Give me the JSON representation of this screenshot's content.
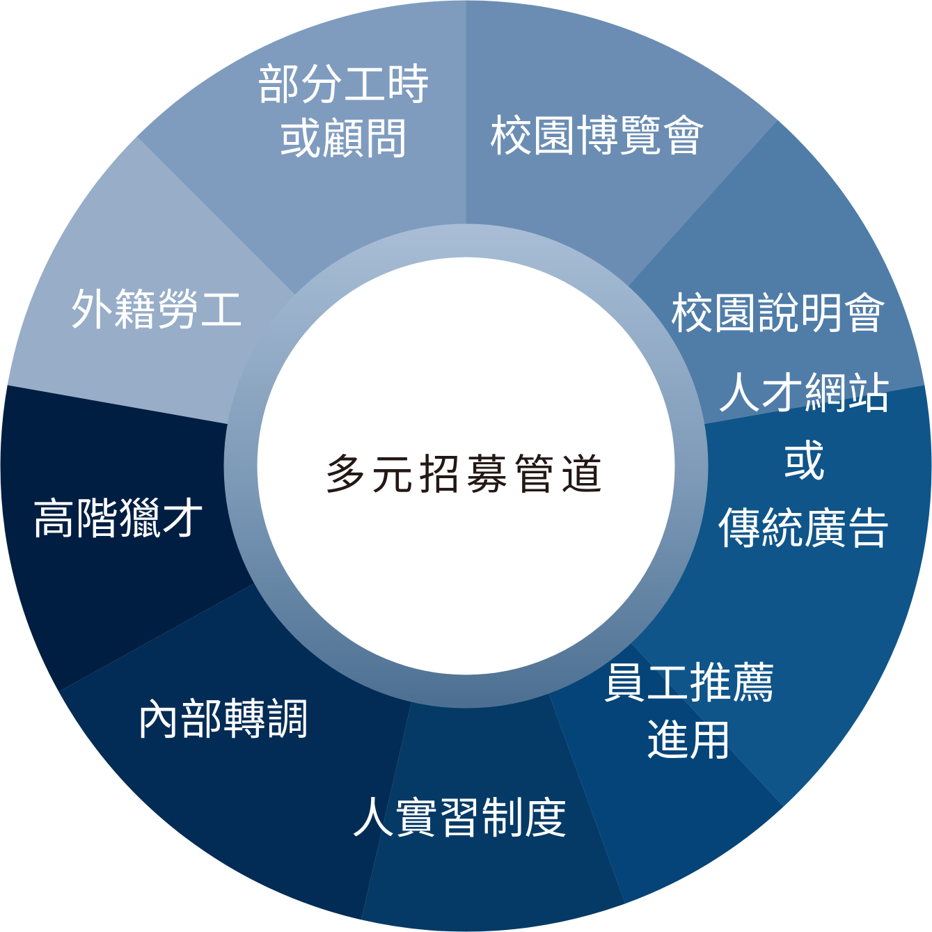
{
  "diagram": {
    "center": {
      "title": "多元招募管道"
    },
    "segments": [
      {
        "id": "campus-fair",
        "lines": [
          "校園博覽會"
        ],
        "color": "#6b8db3"
      },
      {
        "id": "campus-briefing",
        "lines": [
          "校園說明會"
        ],
        "color": "#507ca8"
      },
      {
        "id": "job-website",
        "lines": [
          "人才網站",
          "或",
          "傳統廣告"
        ],
        "color": "#0f5589"
      },
      {
        "id": "employee-referral",
        "lines": [
          "員工推薦",
          "進用"
        ],
        "color": "#044478"
      },
      {
        "id": "internship",
        "lines": [
          "人實習制度"
        ],
        "color": "#053a66"
      },
      {
        "id": "internal-transfer",
        "lines": [
          "內部轉調"
        ],
        "color": "#022c55"
      },
      {
        "id": "headhunting",
        "lines": [
          "高階獵才"
        ],
        "color": "#001e42"
      },
      {
        "id": "foreign-labor",
        "lines": [
          "外籍勞工"
        ],
        "color": "#97adc8"
      },
      {
        "id": "part-time",
        "lines": [
          "部分工時",
          "或顧問"
        ],
        "color": "#7f9cbf"
      }
    ],
    "ring_colors": {
      "outer": "#a7bcd4",
      "inner": "#5b7e9f"
    }
  }
}
